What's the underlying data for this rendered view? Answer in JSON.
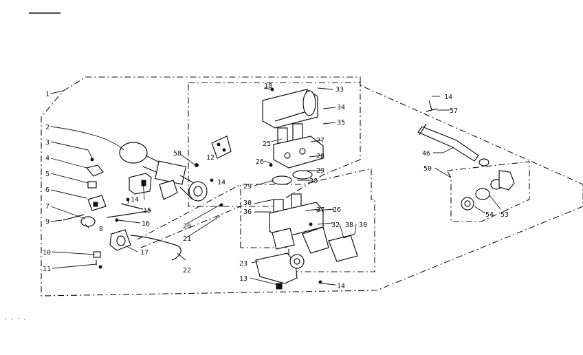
{
  "callouts": {
    "c1": "1",
    "c2": "2",
    "c3": "3",
    "c4": "4",
    "c5": "5",
    "c6": "6",
    "c7": "7",
    "c8": "8",
    "c9": "9",
    "c10": "10",
    "c11": "11",
    "c12": "12",
    "c13": "13",
    "c14a": "14",
    "c14b": "14",
    "c14c": "14",
    "c14d": "14",
    "c15": "15",
    "c16": "16",
    "c17": "17",
    "c18": "18",
    "c20": "20",
    "c21": "21",
    "c22": "22",
    "c23": "23",
    "c25": "25",
    "c26": "26",
    "c26b": "26",
    "c27": "27",
    "c28": "28",
    "c29a": "29",
    "c29b": "29",
    "c30a": "30",
    "c30b": "30",
    "c32": "32",
    "c33": "33",
    "c34": "34",
    "c35": "35",
    "c36": "36",
    "c37": "37",
    "c38": "38",
    "c39": "39",
    "c46": "46",
    "c50": "50",
    "c53": "53",
    "c54": "54",
    "c57": "57",
    "c58": "58"
  }
}
